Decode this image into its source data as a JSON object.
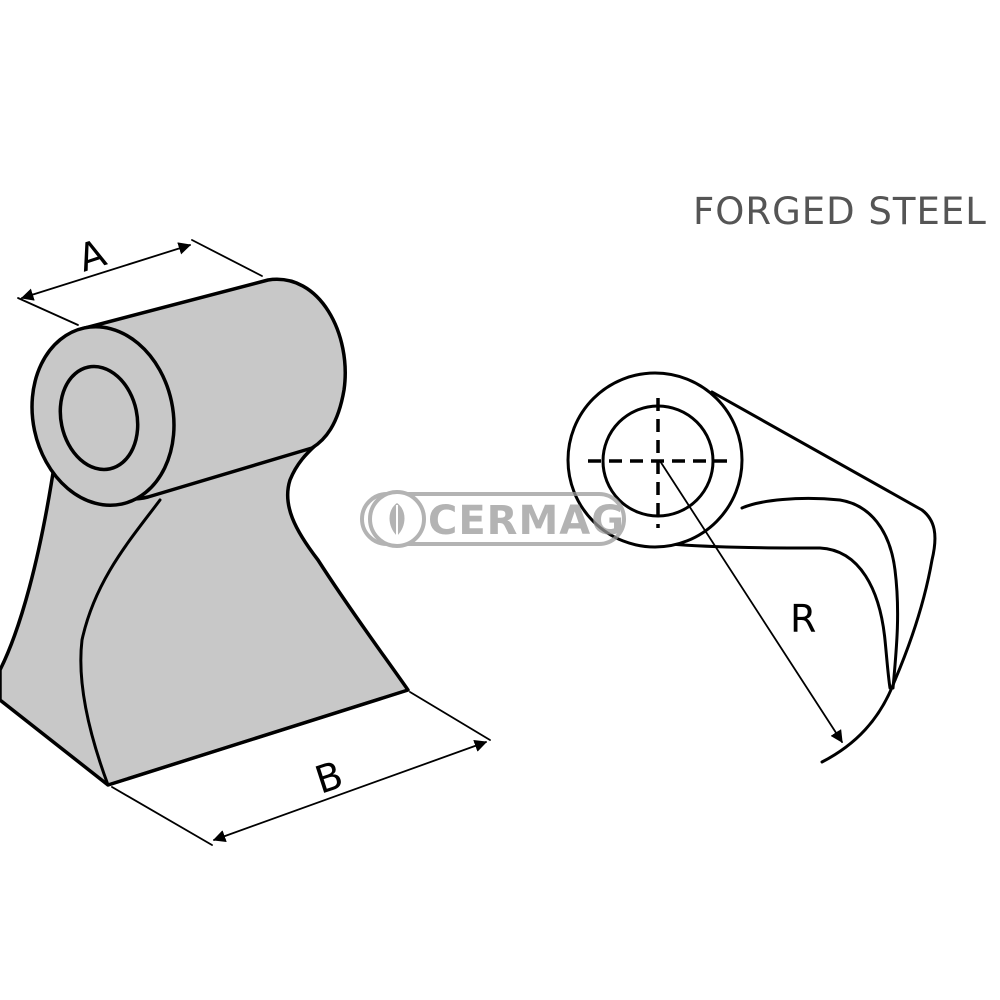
{
  "title": "FORGED STEEL",
  "dimensions": {
    "a": "A",
    "b": "B",
    "r": "R"
  },
  "watermark": {
    "text": "CERMAG",
    "icon": "wheat-leaf-icon",
    "color": "#9a9a9a"
  },
  "colors": {
    "part_fill": "#c8c8c8",
    "outline": "#000000",
    "title": "#555555"
  }
}
